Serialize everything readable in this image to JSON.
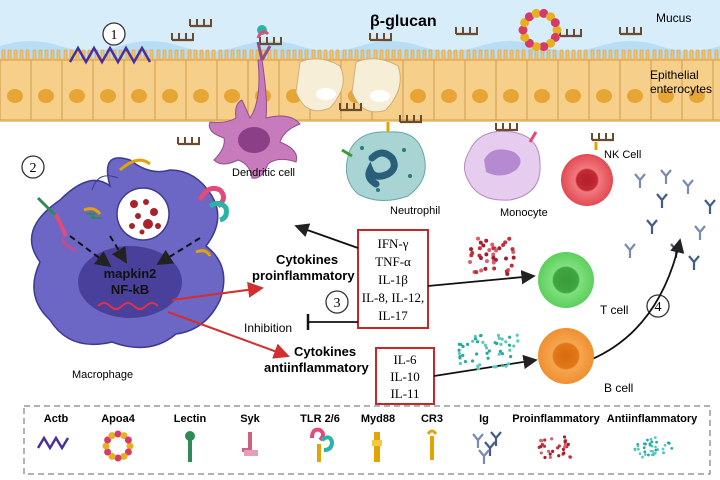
{
  "header": {
    "title": "β-glucan",
    "mucus_label": "Mucus",
    "epithelial_label_line1": "Epithelial",
    "epithelial_label_line2": "enterocytes"
  },
  "steps": [
    "1",
    "2",
    "3",
    "4"
  ],
  "cells": {
    "dendritic": "Dendritic cell",
    "neutrophil": "Neutrophil",
    "monocyte": "Monocyte",
    "nk": "NK Cell",
    "macrophage": "Macrophage",
    "tcell": "T cell",
    "bcell": "B cell"
  },
  "nucleus": {
    "line1": "mapkin2",
    "line2": "NF-kB"
  },
  "labels": {
    "cyto_pro_line1": "Cytokines",
    "cyto_pro_line2": "proinflammatory",
    "cyto_anti_line1": "Cytokines",
    "cyto_anti_line2": "antiinflammatory",
    "inhibition": "Inhibition"
  },
  "pro_box": [
    "IFN-γ",
    "TNF-α",
    "IL-1β",
    "IL-8, IL-12,",
    "IL-17"
  ],
  "anti_box": [
    "IL-6",
    "IL-10",
    "IL-11"
  ],
  "legend": [
    "Actb",
    "Apoa4",
    "Lectin",
    "Syk",
    "TLR 2/6",
    "Myd88",
    "CR3",
    "Ig",
    "Proinflammatory",
    "Antiinflammatory"
  ],
  "colors": {
    "mucus": "#cfe8f6",
    "epithelium": "#f6cf86",
    "macrophage": "#6a64c0",
    "box_border": "#c62828",
    "red_arrow": "#d32f2f",
    "tcell": "#6ad46a",
    "bcell": "#f0902a",
    "nk": "#e24a52",
    "dendritic": "#c77bbd",
    "neutrophil": "#9fcfcf",
    "monocyte": "#d9b8e6"
  }
}
